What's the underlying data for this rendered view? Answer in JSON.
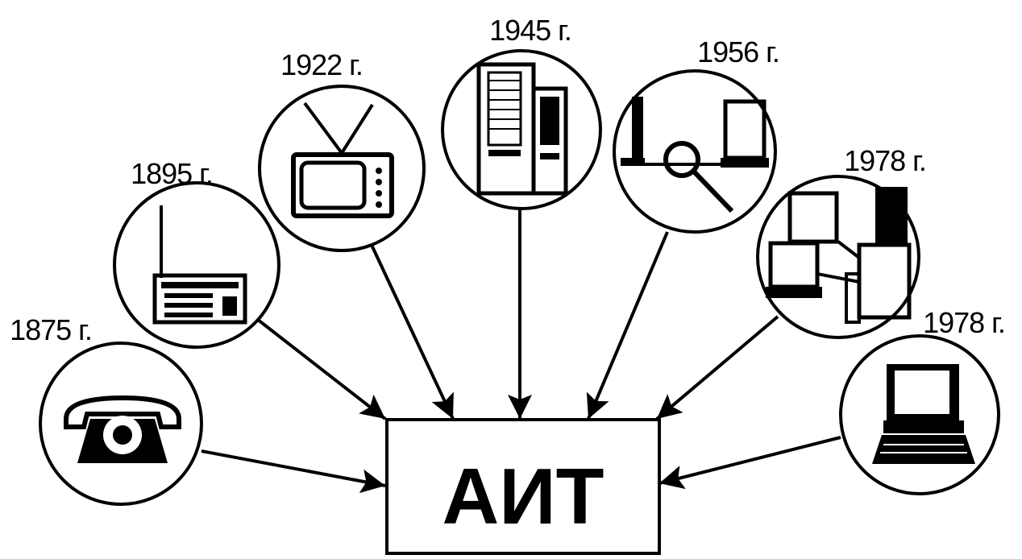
{
  "center": {
    "label": "АИТ"
  },
  "nodes": [
    {
      "id": "telephone",
      "year": "1875 г.",
      "icon": "telephone-icon"
    },
    {
      "id": "radio",
      "year": "1895 г.",
      "icon": "radio-icon"
    },
    {
      "id": "television",
      "year": "1922 г.",
      "icon": "television-icon"
    },
    {
      "id": "computer-1945",
      "year": "1945 г.",
      "icon": "mainframe-computer-icon"
    },
    {
      "id": "computer-1956",
      "year": "1956 г.",
      "icon": "computer-network-icon"
    },
    {
      "id": "computers-1978a",
      "year": "1978 г.",
      "icon": "computer-workstations-icon"
    },
    {
      "id": "personal-computer",
      "year": "1978 г.",
      "icon": "personal-computer-icon"
    }
  ]
}
